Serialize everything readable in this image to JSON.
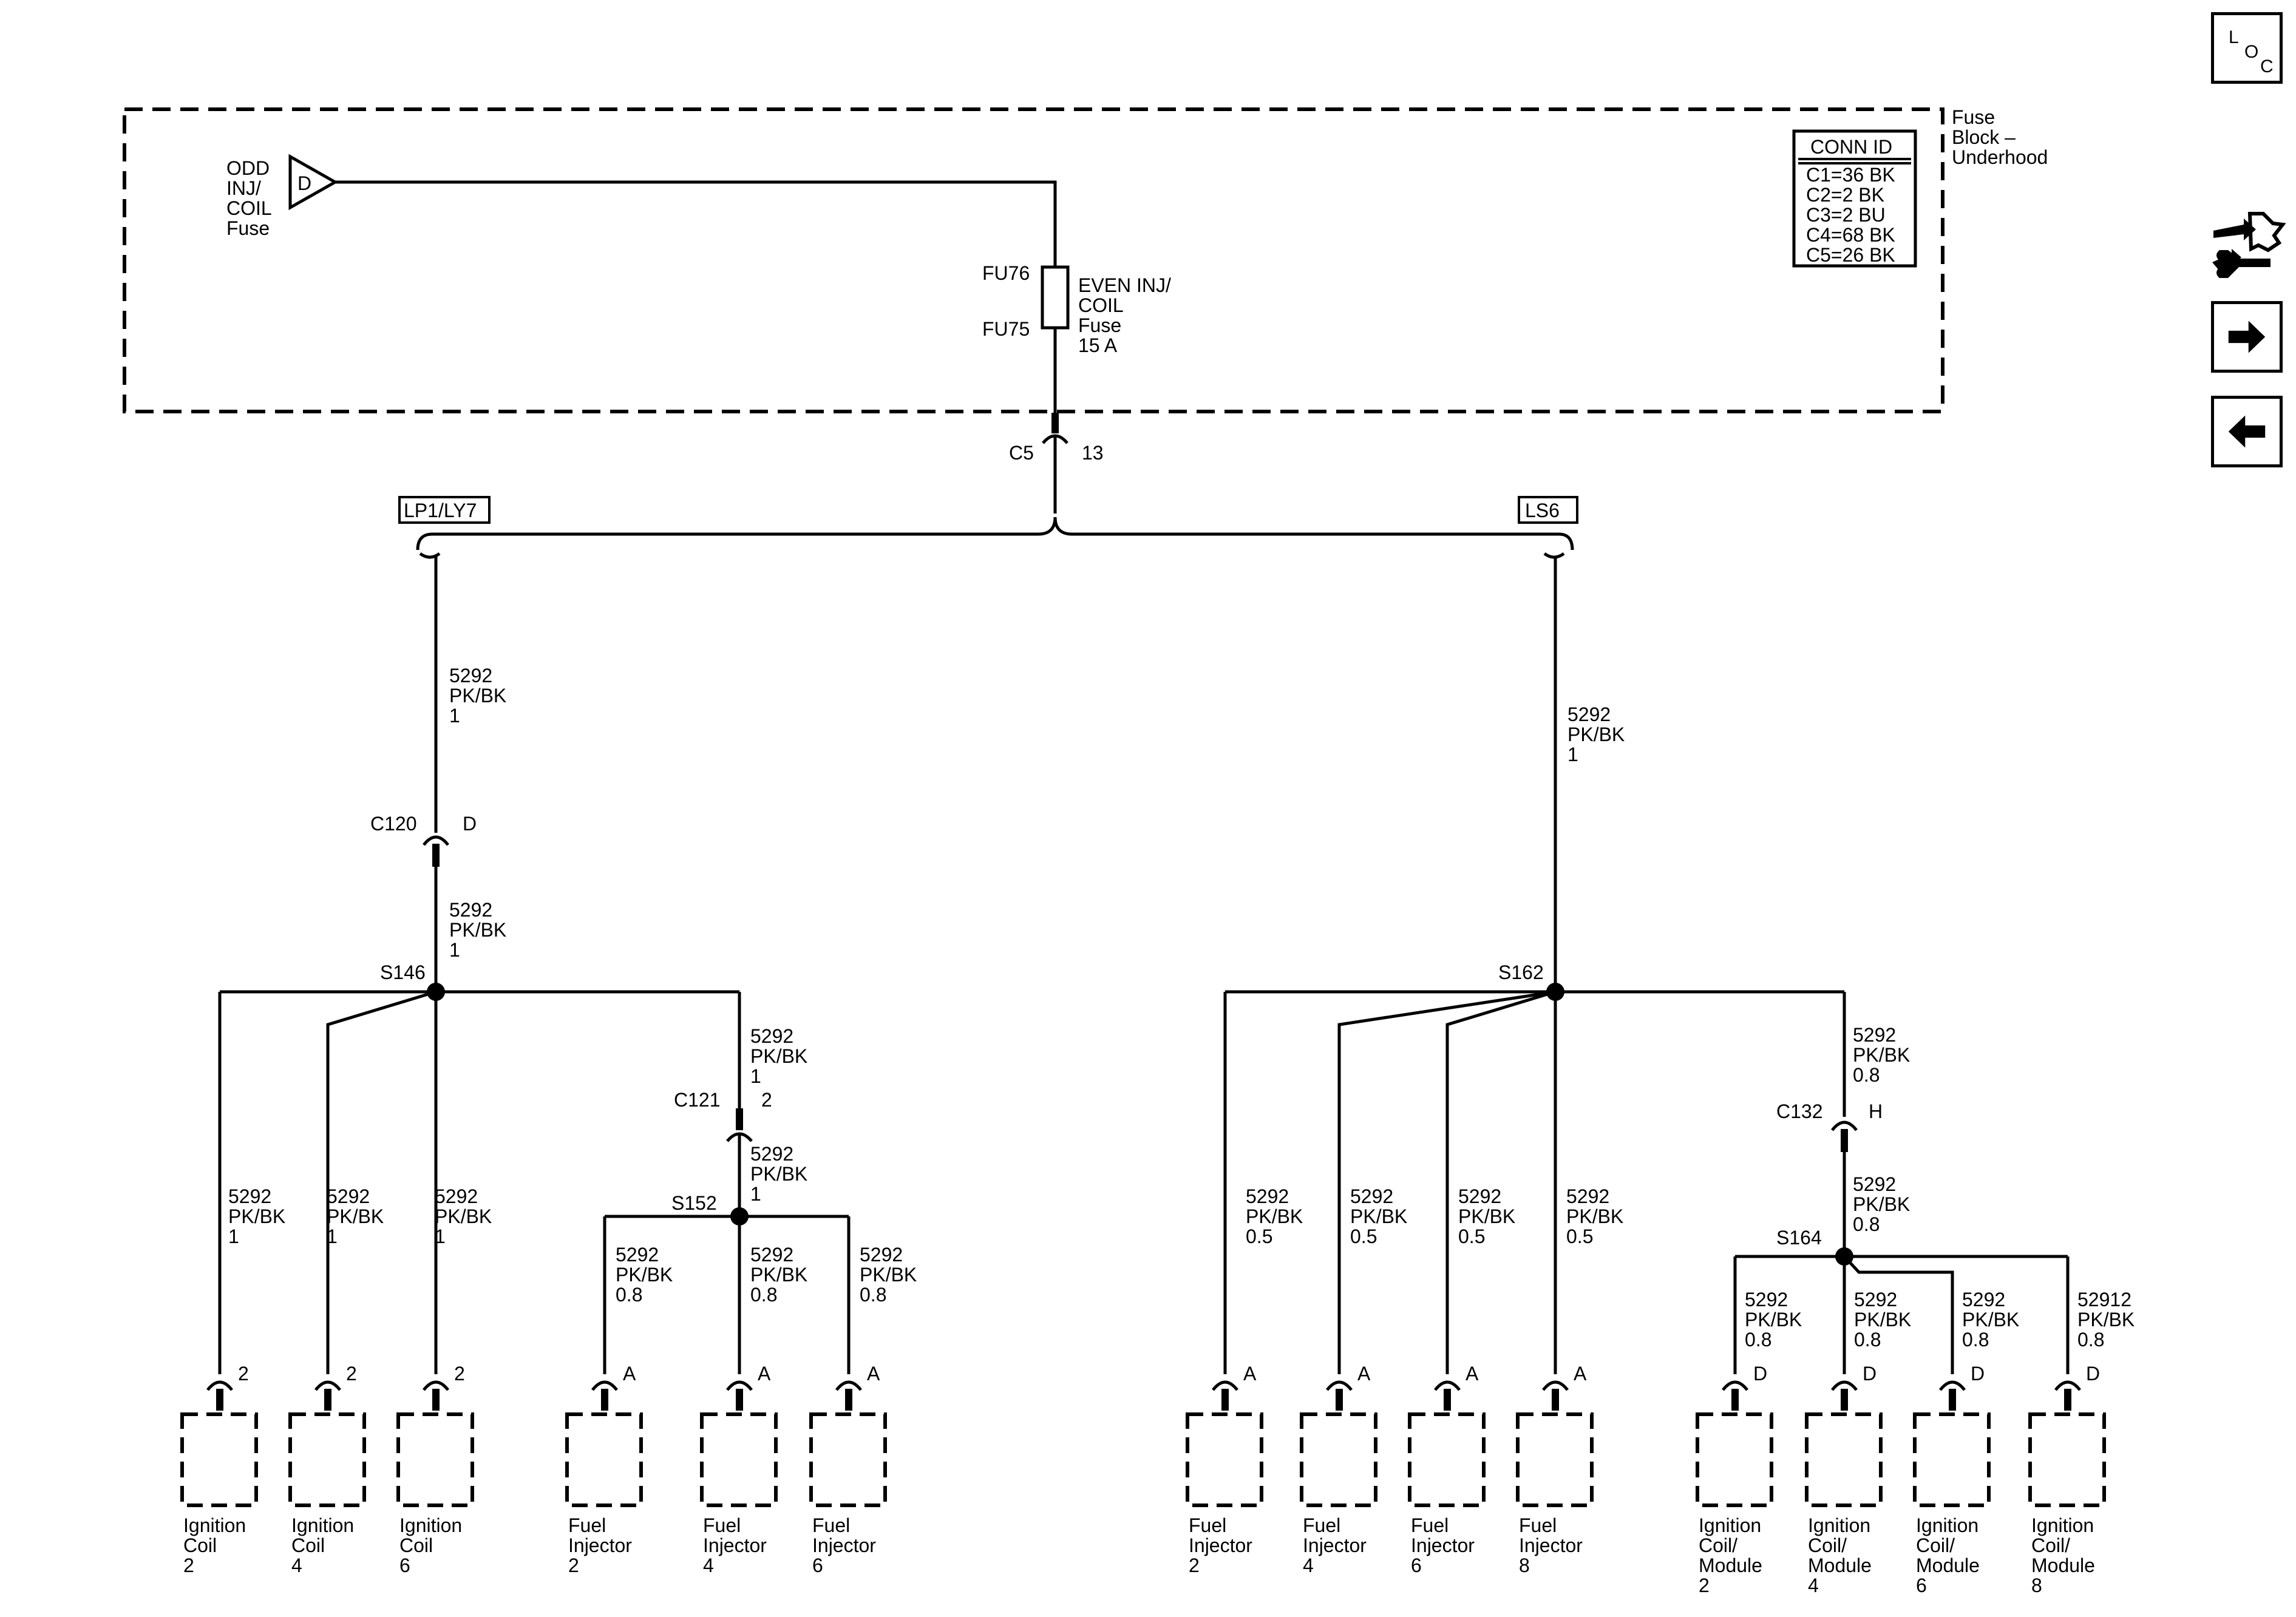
{
  "fuse_block": {
    "name_lines": [
      "Fuse",
      "Block –",
      "Underhood"
    ],
    "conn_id_header": "CONN ID",
    "conn_ids": [
      "C1=36 BK",
      "C2=2 BK",
      "C3=2 BU",
      "C4=68 BK",
      "C5=26 BK"
    ],
    "odd_fuse_letter": "D",
    "odd_fuse_lines": [
      "ODD",
      "INJ/",
      "COIL",
      "Fuse"
    ],
    "fuse_top_id": "FU76",
    "fuse_bottom_id": "FU75",
    "fuse_lines": [
      "EVEN INJ/",
      "COIL",
      "Fuse",
      "15 A"
    ],
    "connector": "C5",
    "connector_pin": "13"
  },
  "options": {
    "left": "LP1/LY7",
    "right": "LS6"
  },
  "left": {
    "wire_top": [
      "5292",
      "PK/BK",
      "1"
    ],
    "connector": "C120",
    "connector_pin": "D",
    "wire_mid": [
      "5292",
      "PK/BK",
      "1"
    ],
    "splice": "S146",
    "branch_wire": [
      "5292",
      "PK/BK",
      "1"
    ],
    "connector2": "C121",
    "connector2_pin": "2",
    "wire2": [
      "5292",
      "PK/BK",
      "1"
    ],
    "splice2": "S152",
    "injector_wire": [
      "5292",
      "PK/BK",
      "0.8"
    ],
    "coils": [
      {
        "pin": "2",
        "wire": [
          "5292",
          "PK/BK",
          "1"
        ],
        "name": [
          "Ignition",
          "Coil",
          "2"
        ]
      },
      {
        "pin": "2",
        "wire": [
          "5292",
          "PK/BK",
          "1"
        ],
        "name": [
          "Ignition",
          "Coil",
          "4"
        ]
      },
      {
        "pin": "2",
        "wire": [
          "5292",
          "PK/BK",
          "1"
        ],
        "name": [
          "Ignition",
          "Coil",
          "6"
        ]
      }
    ],
    "injectors": [
      {
        "pin": "A",
        "name": [
          "Fuel",
          "Injector",
          "2"
        ]
      },
      {
        "pin": "A",
        "name": [
          "Fuel",
          "Injector",
          "4"
        ]
      },
      {
        "pin": "A",
        "name": [
          "Fuel",
          "Injector",
          "6"
        ]
      }
    ]
  },
  "right": {
    "wire_top": [
      "5292",
      "PK/BK",
      "1"
    ],
    "splice": "S162",
    "branch_wire": [
      "5292",
      "PK/BK",
      "0.8"
    ],
    "connector": "C132",
    "connector_pin": "H",
    "wire2": [
      "5292",
      "PK/BK",
      "0.8"
    ],
    "splice2": "S164",
    "injectors": [
      {
        "pin": "A",
        "wire": [
          "5292",
          "PK/BK",
          "0.5"
        ],
        "name": [
          "Fuel",
          "Injector",
          "2"
        ]
      },
      {
        "pin": "A",
        "wire": [
          "5292",
          "PK/BK",
          "0.5"
        ],
        "name": [
          "Fuel",
          "Injector",
          "4"
        ]
      },
      {
        "pin": "A",
        "wire": [
          "5292",
          "PK/BK",
          "0.5"
        ],
        "name": [
          "Fuel",
          "Injector",
          "6"
        ]
      },
      {
        "pin": "A",
        "wire": [
          "5292",
          "PK/BK",
          "0.5"
        ],
        "name": [
          "Fuel",
          "Injector",
          "8"
        ]
      }
    ],
    "modules": [
      {
        "pin": "D",
        "wire": [
          "5292",
          "PK/BK",
          "0.8"
        ],
        "name": [
          "Ignition",
          "Coil/",
          "Module",
          "2"
        ]
      },
      {
        "pin": "D",
        "wire": [
          "5292",
          "PK/BK",
          "0.8"
        ],
        "name": [
          "Ignition",
          "Coil/",
          "Module",
          "4"
        ]
      },
      {
        "pin": "D",
        "wire": [
          "5292",
          "PK/BK",
          "0.8"
        ],
        "name": [
          "Ignition",
          "Coil/",
          "Module",
          "6"
        ]
      },
      {
        "pin": "D",
        "wire": [
          "52912",
          "PK/BK",
          "0.8"
        ],
        "name": [
          "Ignition",
          "Coil/",
          "Module",
          "8"
        ]
      }
    ]
  },
  "nav": {
    "loc_letters": [
      "L",
      "O",
      "C"
    ],
    "icons": [
      "loc-icon",
      "tool-icon",
      "forward-arrow-icon",
      "back-arrow-icon"
    ]
  }
}
